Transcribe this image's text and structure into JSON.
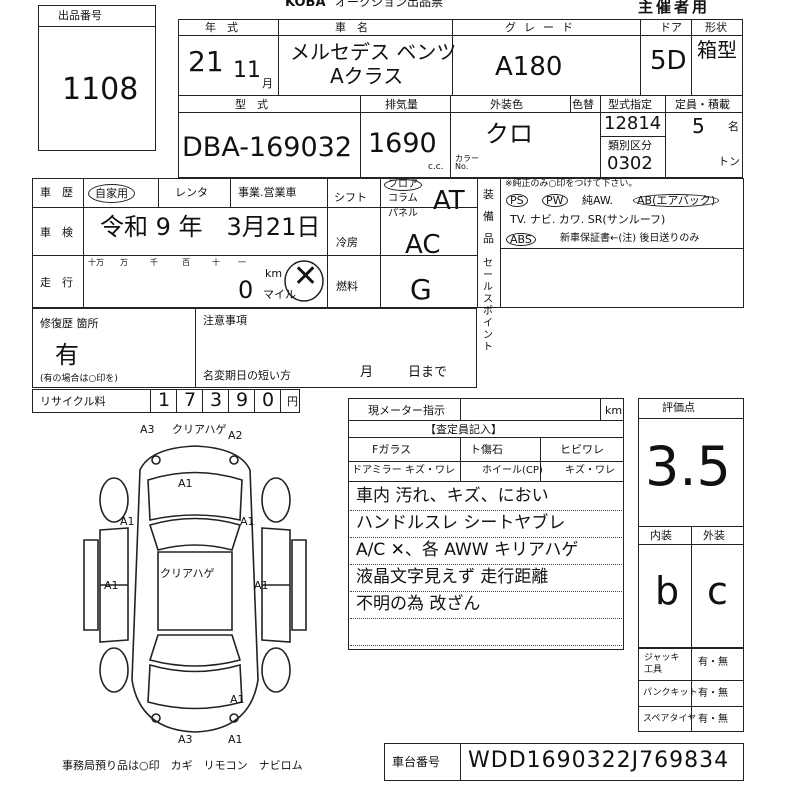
{
  "header": {
    "brand": "KOBA",
    "title": "オークション出品票",
    "copy_label": "主催者用"
  },
  "lot": {
    "label": "出品番号",
    "value": "1108"
  },
  "year": {
    "label": "年　式",
    "value": "21",
    "month": "11",
    "month_unit": "月"
  },
  "make": {
    "label": "車　名",
    "line1": "メルセデス ベンツ",
    "line2": "Aクラス"
  },
  "grade": {
    "label": "グレード",
    "value": "A180"
  },
  "doors": {
    "label": "ドア",
    "value": "5D"
  },
  "body_shape": {
    "label": "形状",
    "value": "箱型"
  },
  "model": {
    "label": "型　式",
    "value": "DBA-169032"
  },
  "displacement": {
    "label": "排気量",
    "value": "1690",
    "unit": "c.c."
  },
  "color": {
    "label": "外装色",
    "repaint_label": "色替",
    "value": "クロ",
    "colorno_label": "カラー No."
  },
  "type_designation": {
    "label": "型式指定",
    "value": "12814",
    "class_label": "類別区分",
    "class_value": "0302"
  },
  "capacity": {
    "label": "定員・積載",
    "value": "5",
    "unit": "名",
    "ton_unit": "トン"
  },
  "history": {
    "label": "車　歴",
    "options": [
      "自家用",
      "レンタ",
      "事業.営業車"
    ],
    "selected": "自家用"
  },
  "inspection": {
    "label": "車　検",
    "value": "令和 9 年　3月21日"
  },
  "mileage": {
    "label": "走　行",
    "digit_labels": [
      "十万",
      "万",
      "千",
      "百",
      "十",
      "一"
    ],
    "value": "0",
    "unit_km": "km",
    "unit_mile": "マイル",
    "note": "✕"
  },
  "shift": {
    "label": "シフト",
    "options": [
      "フロア",
      "コラム",
      "パネル"
    ],
    "selected": "フロア",
    "value": "AT"
  },
  "ac": {
    "label": "冷房",
    "value": "AC"
  },
  "fuel": {
    "label": "燃料",
    "value": "G"
  },
  "equipment": {
    "side_label": "装備品",
    "note": "※純正のみ○印をつけて下さい。",
    "row1": [
      "PS",
      "PW",
      "純AW.",
      "AB(エアバック)"
    ],
    "row1_circled": [
      "PS",
      "PW",
      "AB(エアバック)"
    ],
    "row2": "TV. ナビ. カワ. SR(サンルーフ)",
    "row3_abs": "ABS",
    "row3_rest": "新車保証書←(注) 後日送りのみ"
  },
  "sales_point": {
    "label": "セールスポイント"
  },
  "repair": {
    "label": "修復歴 箇所",
    "value": "有",
    "note": "(有の場合は○印を)"
  },
  "notes_section": {
    "label": "注意事項",
    "short_label": "名変期日の短い方",
    "month": "月",
    "day": "日まで"
  },
  "recycle": {
    "label": "リサイクル料",
    "digits": [
      "1",
      "7",
      "3",
      "9",
      "0"
    ],
    "unit": "円"
  },
  "meter": {
    "label": "現メーター指示",
    "unit": "km"
  },
  "inspector": {
    "label": "【査定員記入】",
    "row1": [
      "Fガラス",
      "ト傷石",
      "ヒビワレ"
    ],
    "row2": [
      "ドアミラー キズ・ワレ",
      "ホイール(CP)",
      "キズ・ワレ"
    ],
    "lines": [
      "車内 汚れ、キズ、におい",
      "ハンドルスレ シートヤブレ",
      "A/C ✕、各 AWW キリアハゲ",
      "液晶文字見えず 走行距離",
      "不明の為 改ざん"
    ]
  },
  "rating": {
    "label": "評価点",
    "value": "3.5",
    "interior_label": "内装",
    "exterior_label": "外装",
    "interior": "b",
    "exterior": "c"
  },
  "tools": {
    "rows": [
      {
        "label": "ジャッキ工具",
        "value": "有・無"
      },
      {
        "label": "パンクキット",
        "value": "有・無"
      },
      {
        "label": "スペアタイヤ",
        "value": "有・無"
      }
    ]
  },
  "diagram_marks": [
    "A3",
    "クリアハゲ",
    "A2",
    "A1",
    "A1",
    "A1",
    "A1",
    "A1",
    "クリアハゲ",
    "A1",
    "A3",
    "A1"
  ],
  "office_note": "事務局預り品は○印　カギ　リモコン　ナビロム",
  "chassis": {
    "label": "車台番号",
    "value": "WDD1690322J769834"
  }
}
